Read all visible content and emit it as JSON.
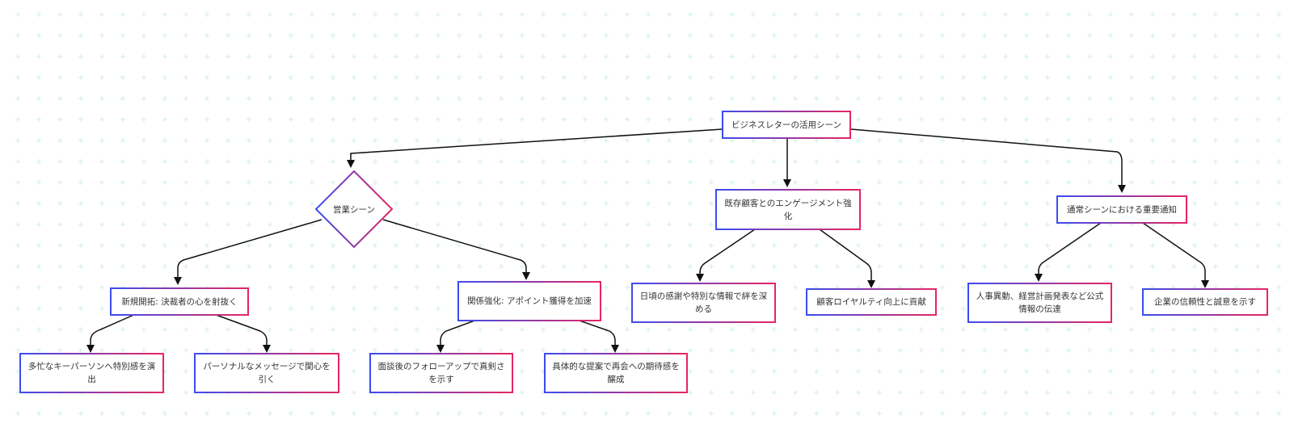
{
  "diagram": {
    "root": "ビジネスレターの活用シーン",
    "sales": {
      "label": "営業シーン",
      "new_biz": {
        "label": "新規開拓: 決裁者の心を射抜く",
        "children": [
          "多忙なキーパーソンへ特別感を演出",
          "パーソナルなメッセージで関心を引く"
        ]
      },
      "relationship": {
        "label": "関係強化: アポイント獲得を加速",
        "children": [
          "面談後のフォローアップで真剣さを示す",
          "具体的な提案で再会への期待感を醸成"
        ]
      }
    },
    "engagement": {
      "label": "既存顧客とのエンゲージメント強化",
      "children": [
        "日頃の感謝や特別な情報で絆を深める",
        "顧客ロイヤルティ向上に貢献"
      ]
    },
    "notice": {
      "label": "通常シーンにおける重要通知",
      "children": [
        "人事異動、経営計画発表など公式情報の伝達",
        "企業の信頼性と誠意を示す"
      ]
    }
  }
}
